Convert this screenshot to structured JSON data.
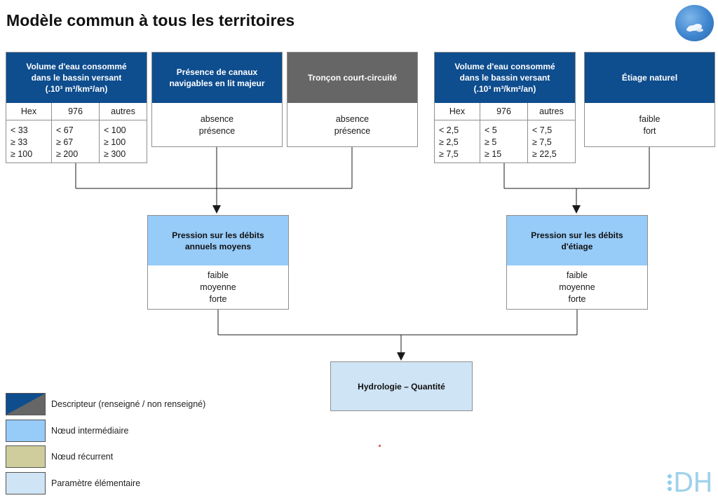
{
  "title": "Modèle commun à tous les territoires",
  "descriptors": {
    "volume_moyens": {
      "title_lines": [
        "Volume d'eau consommé",
        "dans le bassin versant",
        "(.10³ m³/km²/an)"
      ],
      "columns": [
        {
          "header": "Hex",
          "values": [
            "< 33",
            "≥ 33",
            "≥ 100"
          ]
        },
        {
          "header": "976",
          "values": [
            "< 67",
            "≥ 67",
            "≥ 200"
          ]
        },
        {
          "header": "autres",
          "values": [
            "< 100",
            "≥ 100",
            "≥ 300"
          ]
        }
      ]
    },
    "canaux": {
      "title_lines": [
        "Présence de canaux",
        "navigables en lit majeur"
      ],
      "values": [
        "absence",
        "présence"
      ]
    },
    "troncon": {
      "title_lines": [
        "Tronçon court-circuité"
      ],
      "values": [
        "absence",
        "présence"
      ]
    },
    "volume_etiage": {
      "title_lines": [
        "Volume d'eau consommé",
        "dans le bassin versant",
        "(.10³ m³/km²/an)"
      ],
      "columns": [
        {
          "header": "Hex",
          "values": [
            "< 2,5",
            "≥ 2,5",
            "≥ 7,5"
          ]
        },
        {
          "header": "976",
          "values": [
            "< 5",
            "≥ 5",
            "≥ 15"
          ]
        },
        {
          "header": "autres",
          "values": [
            "< 7,5",
            "≥ 7,5",
            "≥ 22,5"
          ]
        }
      ]
    },
    "etiage_naturel": {
      "title_lines": [
        "Étiage naturel"
      ],
      "values": [
        "faible",
        "fort"
      ]
    }
  },
  "nodes": {
    "pression_moyens": {
      "title_lines": [
        "Pression sur les débits",
        "annuels moyens"
      ],
      "values": [
        "faible",
        "moyenne",
        "forte"
      ]
    },
    "pression_etiage": {
      "title_lines": [
        "Pression sur les débits",
        "d'étiage"
      ],
      "values": [
        "faible",
        "moyenne",
        "forte"
      ]
    },
    "hydrologie": {
      "title": "Hydrologie – Quantité"
    }
  },
  "legend": [
    {
      "label": "Descripteur (renseigné / non renseigné)",
      "swatch": "split",
      "colors": [
        "#0e4d8e",
        "#666666"
      ]
    },
    {
      "label": "Nœud intermédiaire",
      "swatch": "solid",
      "colors": [
        "#97cbf8"
      ]
    },
    {
      "label": "Nœud récurrent",
      "swatch": "solid",
      "colors": [
        "#cfcd9c"
      ]
    },
    {
      "label": "Paramètre élémentaire",
      "swatch": "solid",
      "colors": [
        "#cfe4f5"
      ]
    }
  ],
  "logo_text": "DH",
  "colors": {
    "descriptor": "#0e4d8e",
    "descriptor_missing": "#666666",
    "intermediate": "#97cbf8",
    "recurrent": "#cfcd9c",
    "elementary": "#cfe4f5"
  }
}
